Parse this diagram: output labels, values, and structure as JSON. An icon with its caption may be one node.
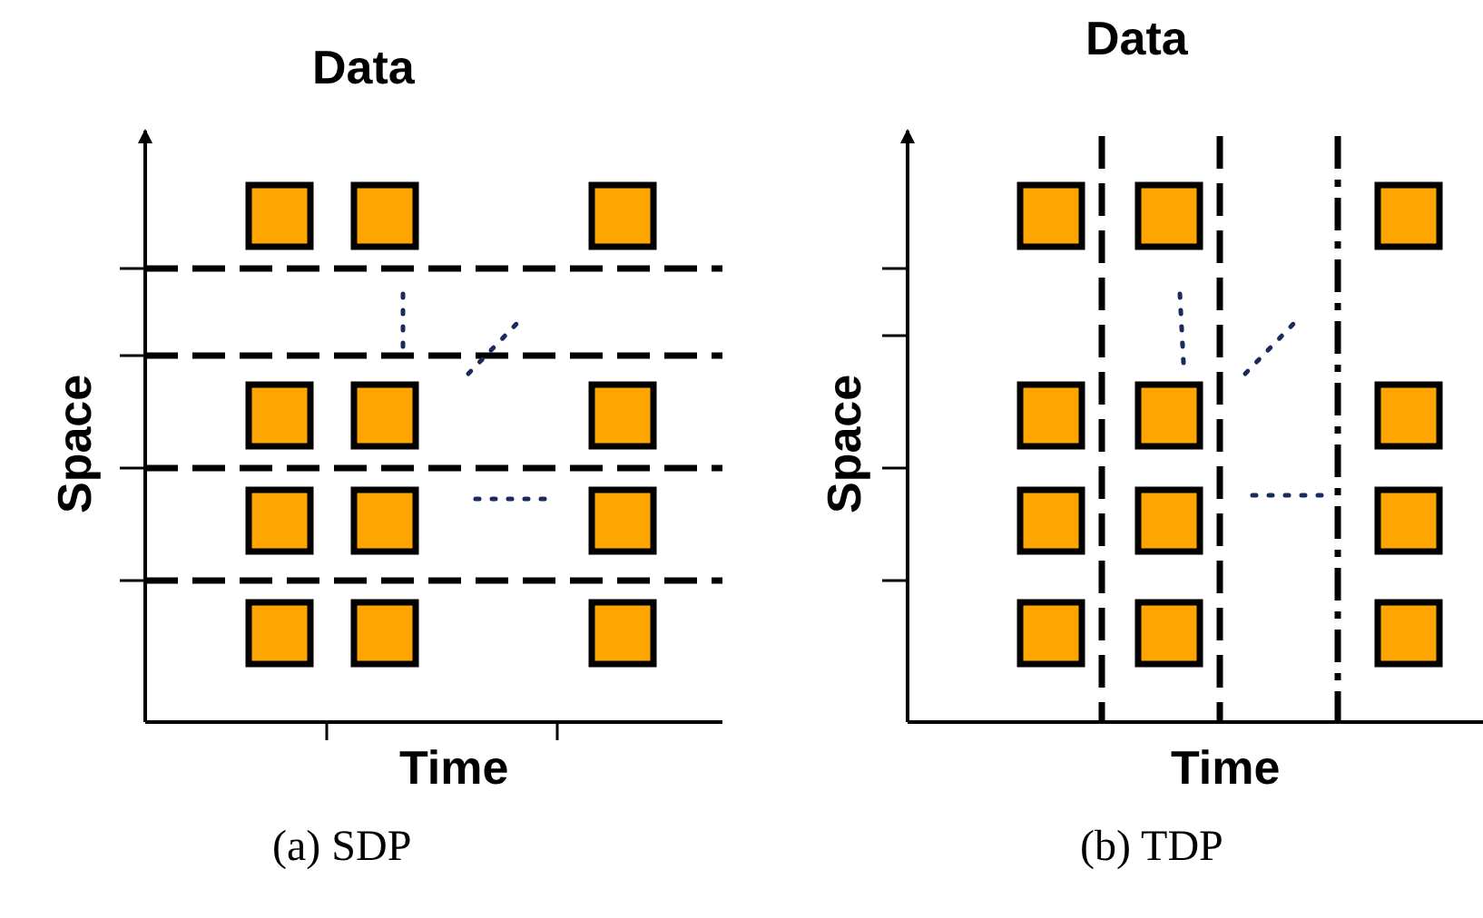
{
  "diagram": {
    "labels": [
      "Data",
      "Data",
      "Space",
      "Space",
      "Time",
      "Time",
      "(a) SDP",
      "(b) TDP"
    ]
  }
}
